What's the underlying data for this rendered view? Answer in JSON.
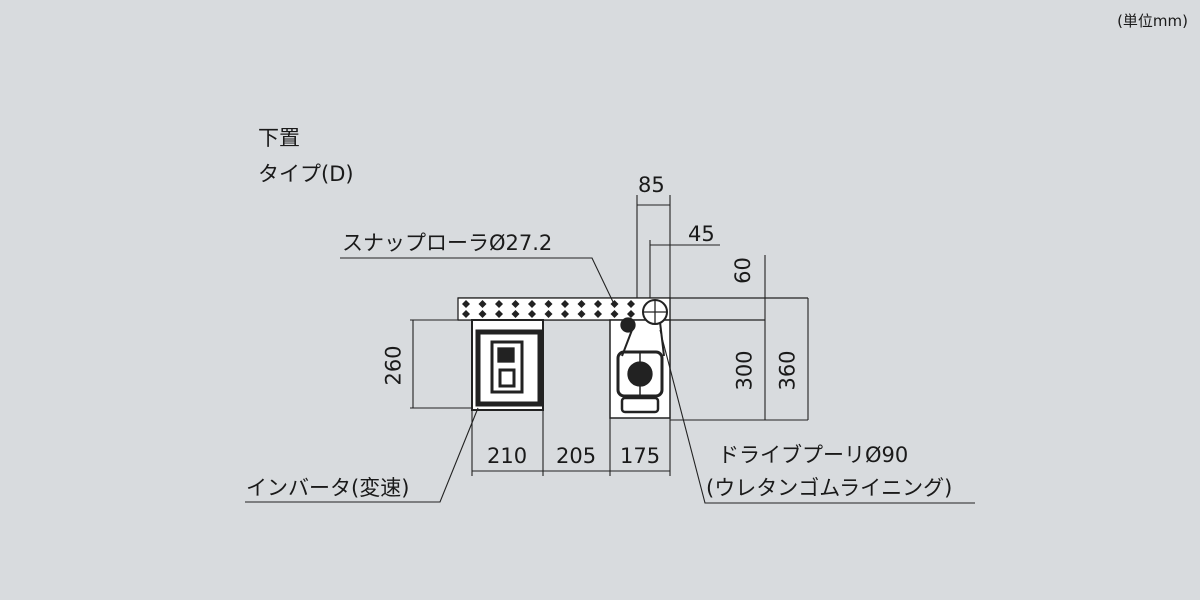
{
  "unit_label": "(単位mm)",
  "type_title": {
    "line1": "下置",
    "line2": "タイプ(D)"
  },
  "labels": {
    "snap_roller": "スナップローラØ27.2",
    "inverter": "インバータ(変速)",
    "drive_pulley_line1": "ドライブプーリØ90",
    "drive_pulley_line2": "(ウレタンゴムライニング)"
  },
  "dimensions": {
    "d85": "85",
    "d45": "45",
    "d60": "60",
    "d300": "300",
    "d360": "360",
    "d260": "260",
    "d210": "210",
    "d205": "205",
    "d175": "175"
  }
}
